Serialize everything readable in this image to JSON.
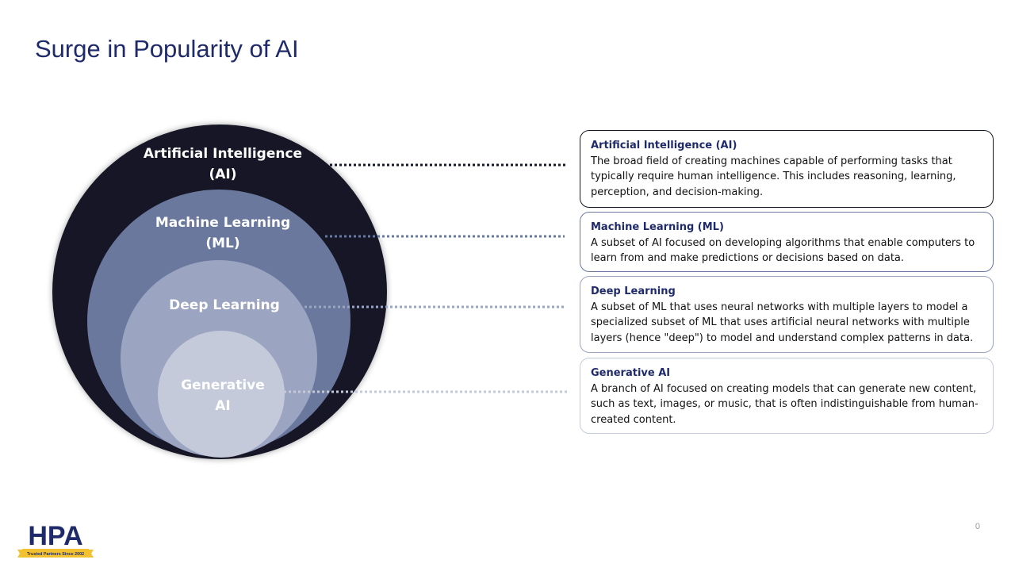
{
  "slide": {
    "title": "Surge in Popularity of AI",
    "page_number": "0"
  },
  "diagram": {
    "layers": [
      {
        "label": "Artificial Intelligence\n(AI)",
        "color": "#161926"
      },
      {
        "label": "Machine Learning\n(ML)",
        "color": "#6a789e"
      },
      {
        "label": "Deep Learning",
        "color": "#9ba4c0"
      },
      {
        "label": "Generative\nAI",
        "color": "#c5cadb"
      }
    ]
  },
  "definitions": [
    {
      "title": "Artificial Intelligence (AI)",
      "body": "The broad field of creating machines capable of performing tasks that typically require human intelligence. This includes reasoning, learning, perception, and decision-making.",
      "border_color": "#161926"
    },
    {
      "title": "Machine Learning (ML)",
      "body": "A subset of AI focused on developing algorithms that enable computers to learn from and make predictions or decisions based on data.",
      "border_color": "#6a789e"
    },
    {
      "title": "Deep Learning",
      "body": "A subset of ML that uses neural networks with multiple layers to model a specialized subset of ML that uses artificial neural networks with multiple layers (hence \"deep\") to model and understand complex patterns in data.",
      "border_color": "#9ba4c0"
    },
    {
      "title": "Generative AI",
      "body": "A branch of AI focused on creating models that can generate new content, such as text, images, or music, that is often indistinguishable from human-created content.",
      "border_color": "#c5cadb"
    }
  ],
  "logo": {
    "text": "HPA",
    "tagline": "Trusted Partners Since 2002",
    "primary_color": "#1f2a6b",
    "ribbon_color": "#f2c230"
  }
}
